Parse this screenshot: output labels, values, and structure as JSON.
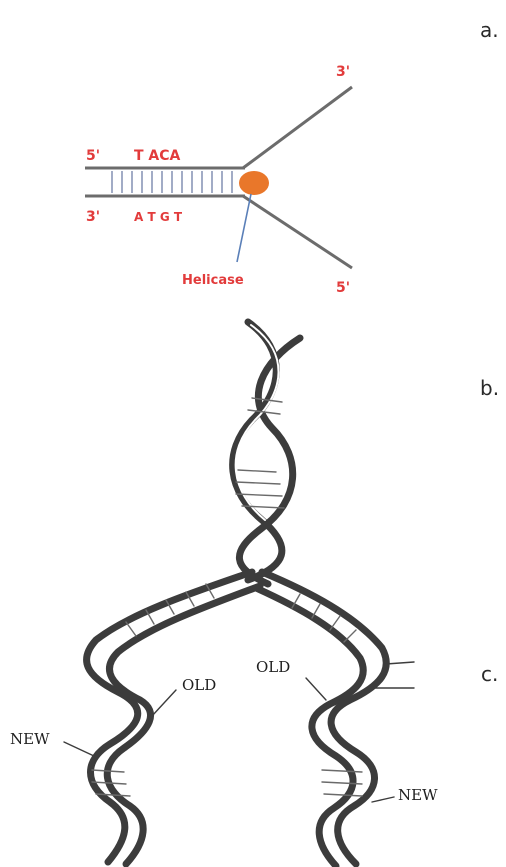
{
  "panel_labels": {
    "a": "a.",
    "b": "b.",
    "c": "c."
  },
  "fork": {
    "top_left_end": "5'",
    "bottom_left_end": "3'",
    "top_right_end": "3'",
    "bottom_right_end": "5'",
    "top_sequence": "T ACA",
    "bottom_sequence": "A T G T",
    "enzyme_label": "Helicase"
  },
  "helix": {
    "left_old": "OLD",
    "right_old": "OLD",
    "left_new": "NEW",
    "right_new": "NEW"
  },
  "colors": {
    "label_red": "#e23b3b",
    "helicase_orange": "#e9772a",
    "strand_gray": "#6c6c6c",
    "pointer_blue": "#5a7fb8",
    "ink": "#2a2a2a"
  }
}
